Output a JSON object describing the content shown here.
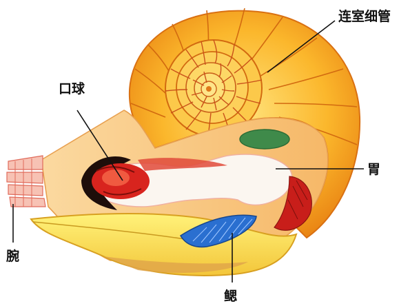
{
  "labels": {
    "siphuncle": "连室细管",
    "buccal_mass": "口球",
    "stomach": "胃",
    "tentacles": "腕",
    "gills": "鳃"
  },
  "colors": {
    "shell_outer": "#f6a21a",
    "shell_inner": "#ffd45a",
    "shell_rim": "#e07a10",
    "septa": "#c44a10",
    "body_yellow": "#f8e24a",
    "body_edge": "#e8a020",
    "gut_white": "#fbf6f0",
    "muscle_red": "#d8241e",
    "dark_tissue": "#2a1410",
    "gill_blue": "#2a6fd0",
    "organ_green": "#3f8a4a",
    "tentacle_pink": "#f4b8b0",
    "label_text": "#111111"
  }
}
